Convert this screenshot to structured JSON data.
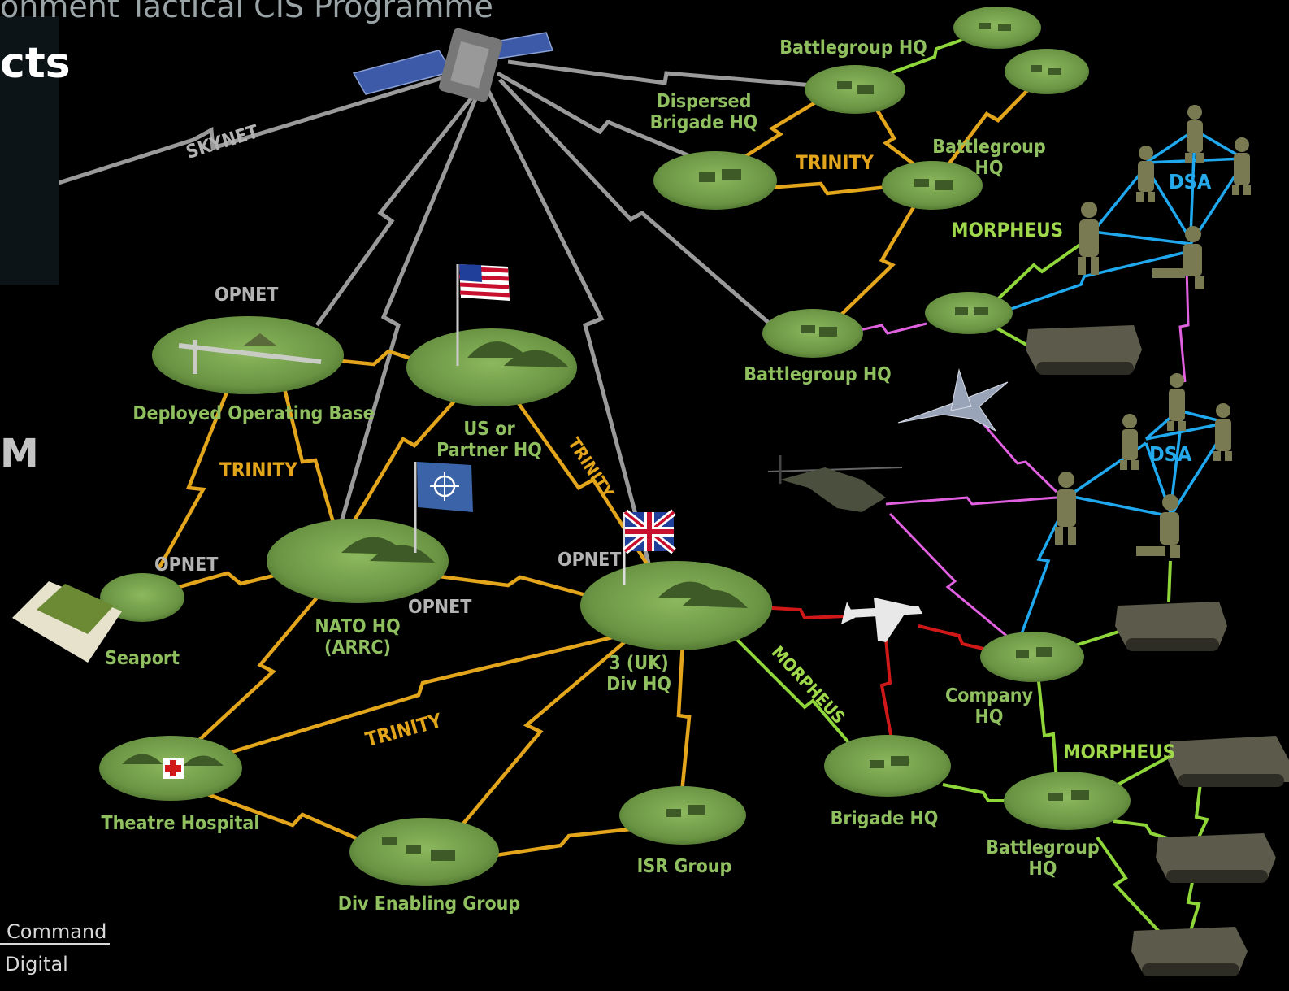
{
  "header": {
    "title": "onment Tactical CIS Programme",
    "panel_heading": "cts",
    "side_letter": "M"
  },
  "footer": {
    "line1": "Command",
    "line2": "Digital"
  },
  "nodes": {
    "battlegroup_hq_top": "Battlegroup HQ",
    "dispersed_brigade_hq": "Dispersed\nBrigade HQ",
    "battlegroup_hq_right": "Battlegroup\nHQ",
    "battlegroup_hq_mid": "Battlegroup HQ",
    "deployed_operating_base": "Deployed Operating Base",
    "us_partner_hq": "US or\nPartner HQ",
    "seaport": "Seaport",
    "nato_hq": "NATO HQ\n(ARRC)",
    "div_hq": "3 (UK)\nDiv HQ",
    "theatre_hospital": "Theatre Hospital",
    "div_enabling_group": "Div Enabling Group",
    "isr_group": "ISR Group",
    "brigade_hq": "Brigade HQ",
    "company_hq": "Company\nHQ",
    "battlegroup_hq_bottom": "Battlegroup\nHQ"
  },
  "networks": {
    "skynet": "SKYNET",
    "trinity_top": "TRINITY",
    "trinity_left": "TRINITY",
    "trinity_diag": "TRINITY",
    "trinity_bottom": "TRINITY",
    "opnet_dob": "OPNET",
    "opnet_seaport": "OPNET",
    "opnet_nato": "OPNET",
    "opnet_div": "OPNET",
    "morpheus_top": "MORPHEUS",
    "morpheus_diag": "MORPHEUS",
    "morpheus_bottom": "MORPHEUS",
    "dsa_top": "DSA",
    "dsa_bottom": "DSA"
  },
  "colors": {
    "background": "#000000",
    "trinity": "#e3a51b",
    "skynet": "#9a9a9a",
    "morpheus": "#8fd63a",
    "dsa": "#1fa8ee",
    "air": "#e060e0",
    "uav": "#d01818",
    "node_fill": "#6e9a45",
    "node_label": "#8fbf5f"
  },
  "icons": [
    "satellite-icon",
    "us-flag-icon",
    "nato-flag-icon",
    "uk-flag-icon",
    "red-cross-icon",
    "jet-icon",
    "helicopter-icon",
    "uav-icon",
    "soldier-icon",
    "armoured-vehicle-icon"
  ]
}
